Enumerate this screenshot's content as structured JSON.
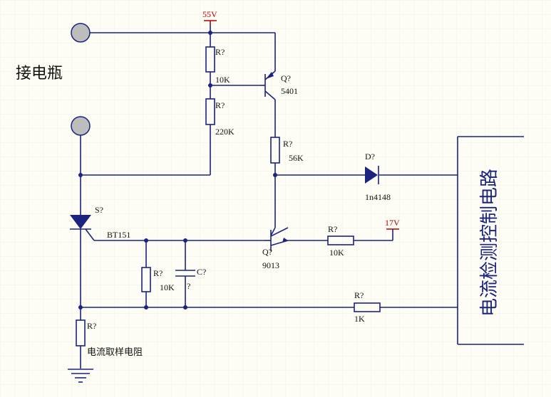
{
  "texts": {
    "battery_label": "接电瓶",
    "v55": "55V",
    "v17": "17V",
    "r1_ref": "R?",
    "r1_val": "10K",
    "r2_ref": "R?",
    "r2_val": "220K",
    "q1_ref": "Q?",
    "q1_val": "5401",
    "r3_ref": "R?",
    "r3_val": "56K",
    "d1_ref": "D?",
    "d1_val": "1n4148",
    "s1_ref": "S?",
    "s1_val": "BT151",
    "q2_ref": "Q?",
    "q2_val": "9013",
    "r4_ref": "R?",
    "r4_val": "10K",
    "r5_ref": "R?",
    "r5_val": "10K",
    "c1_ref": "C?",
    "c1_val": "?",
    "r6_ref": "R?",
    "r6_val": "1K",
    "r7_ref": "R?",
    "r7_val": "电流取样电阻",
    "box_label": "电流检测控制电路"
  },
  "colors": {
    "wire": "#1a237e",
    "power": "#b00000",
    "grid": "#e8e6d8",
    "terminal": "#bdbdbd"
  }
}
